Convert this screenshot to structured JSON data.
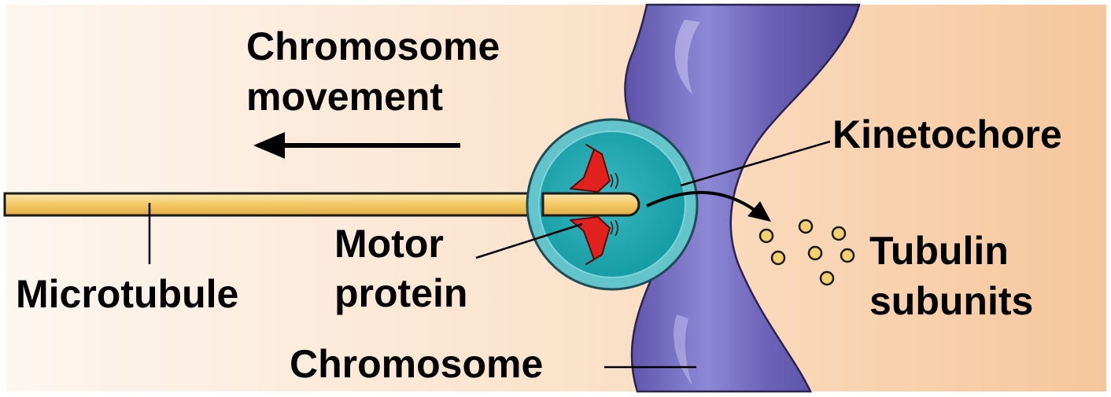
{
  "labels": {
    "movement_line1": "Chromosome",
    "movement_line2": "movement",
    "kinetochore": "Kinetochore",
    "microtubule": "Microtubule",
    "motor_line1": "Motor",
    "motor_line2": "protein",
    "tubulin_line1": "Tubulin",
    "tubulin_line2": "subunits",
    "chromosome": "Chromosome"
  },
  "colors": {
    "background_left": "#fdf5ee",
    "background_right": "#f7c9a0",
    "chromosome": "#6d63b8",
    "chromosome_highlight": "#a8a2e0",
    "kinetochore_outer": "#5cc0c8",
    "kinetochore_inner": "#1fa6ae",
    "microtubule": "#f6d27e",
    "motor_protein": "#e0211d",
    "tubulin_subunit": "#f4d070"
  }
}
